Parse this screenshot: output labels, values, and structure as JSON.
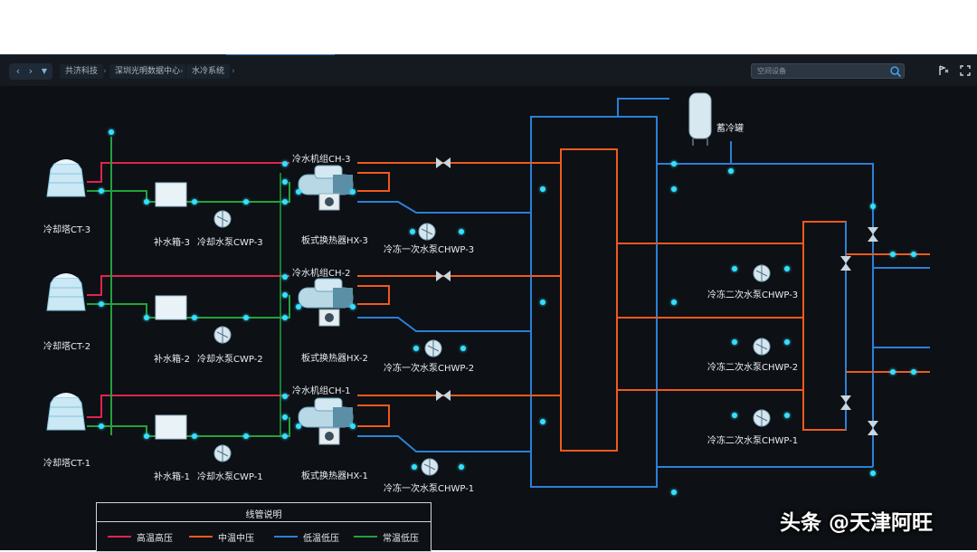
{
  "breadcrumb": [
    "共济科技",
    "深圳光明数据中心",
    "水冷系统"
  ],
  "search": {
    "placeholder": "空间设备"
  },
  "icons": [
    "chevron-left-icon",
    "chevron-right-icon",
    "dropdown-caret-icon",
    "search-icon",
    "pin-icon",
    "fullscreen-icon"
  ],
  "colors": {
    "high": "#e0244f",
    "mid": "#f05a1e",
    "low": "#2a80d8",
    "normal": "#22a33a",
    "glow": "#35e0ff"
  },
  "equipment": {
    "ct3": "冷却塔CT-3",
    "ct2": "冷却塔CT-2",
    "ct1": "冷却塔CT-1",
    "tank3": "补水箱-3",
    "tank2": "补水箱-2",
    "tank1": "补水箱-1",
    "cwp3": "冷却水泵CWP-3",
    "cwp2": "冷却水泵CWP-2",
    "cwp1": "冷却水泵CWP-1",
    "ch3": "冷水机组CH-3",
    "ch2": "冷水机组CH-2",
    "ch1": "冷水机组CH-1",
    "hx3": "板式换热器HX-3",
    "hx2": "板式换热器HX-2",
    "hx1": "板式换热器HX-1",
    "chwp_p3": "冷冻一次水泵CHWP-3",
    "chwp_p2": "冷冻一次水泵CHWP-2",
    "chwp_p1": "冷冻一次水泵CHWP-1",
    "chwp_s3": "冷冻二次水泵CHWP-3",
    "chwp_s2": "冷冻二次水泵CHWP-2",
    "chwp_s1": "冷冻二次水泵CHWP-1",
    "storage": "蓄冷罐"
  },
  "legend": {
    "title": "线管说明",
    "items": [
      {
        "label": "高温高压",
        "color": "#e0244f"
      },
      {
        "label": "中温中压",
        "color": "#f05a1e"
      },
      {
        "label": "低温低压",
        "color": "#2a80d8"
      },
      {
        "label": "常温低压",
        "color": "#22a33a"
      }
    ]
  },
  "watermark": "头条 @天津阿旺"
}
